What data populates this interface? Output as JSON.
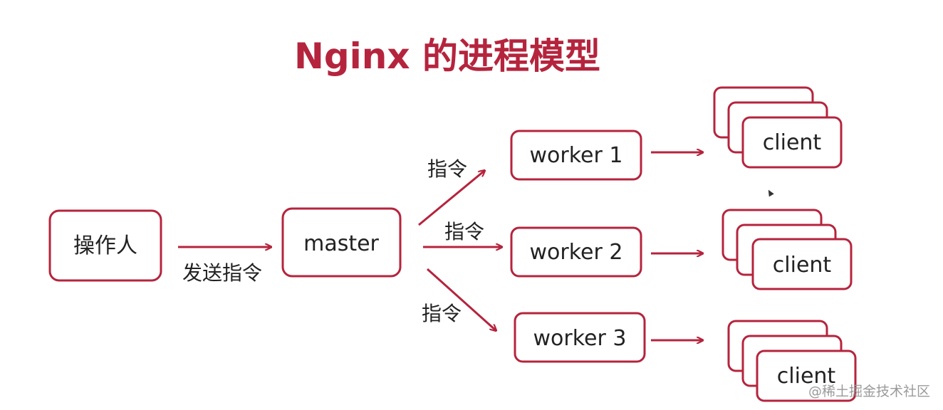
{
  "title": "Nginx 的进程模型",
  "colors": {
    "accent": "#b5243d",
    "text": "#222222",
    "background": "#ffffff"
  },
  "operator": {
    "label": "操作人"
  },
  "send_label": "发送指令",
  "master": {
    "label": "master"
  },
  "instruction_labels": [
    "指令",
    "指令",
    "指令"
  ],
  "workers": [
    {
      "label": "worker 1"
    },
    {
      "label": "worker 2"
    },
    {
      "label": "worker 3"
    }
  ],
  "client_label": "client",
  "watermark": "@稀土掘金技术社区"
}
